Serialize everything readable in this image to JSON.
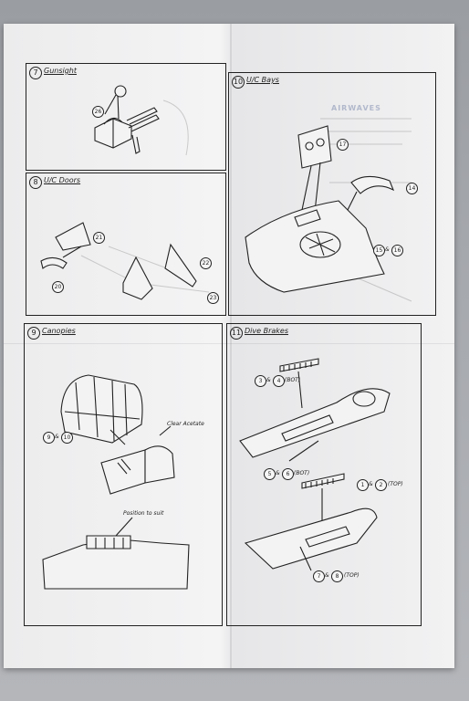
{
  "panels": {
    "p7": {
      "number": "7",
      "title": "Gunsight",
      "callouts": [
        "26"
      ]
    },
    "p8": {
      "number": "8",
      "title": "U/C Doors",
      "callouts": [
        "21",
        "20",
        "22",
        "23"
      ]
    },
    "p9": {
      "number": "9",
      "title": "Canopies",
      "callouts": [
        "9",
        "10"
      ],
      "label_acetate": "Clear Acetate",
      "label_position": "Position to suit",
      "amp": "&"
    },
    "p10": {
      "number": "10",
      "title": "U/C Bays",
      "callouts": [
        "17",
        "14",
        "15",
        "16"
      ],
      "amp": "&"
    },
    "p11": {
      "number": "11",
      "title": "Dive Brakes",
      "callouts": [
        "3",
        "4",
        "5",
        "6",
        "1",
        "2",
        "7",
        "8"
      ],
      "amp": "&",
      "tag_bot1": "(BOT)",
      "tag_bot2": "(BOT)",
      "tag_top1": "(TOP)",
      "tag_top2": "(TOP)"
    }
  },
  "show_through": {
    "brand": "AIRWAVES"
  }
}
